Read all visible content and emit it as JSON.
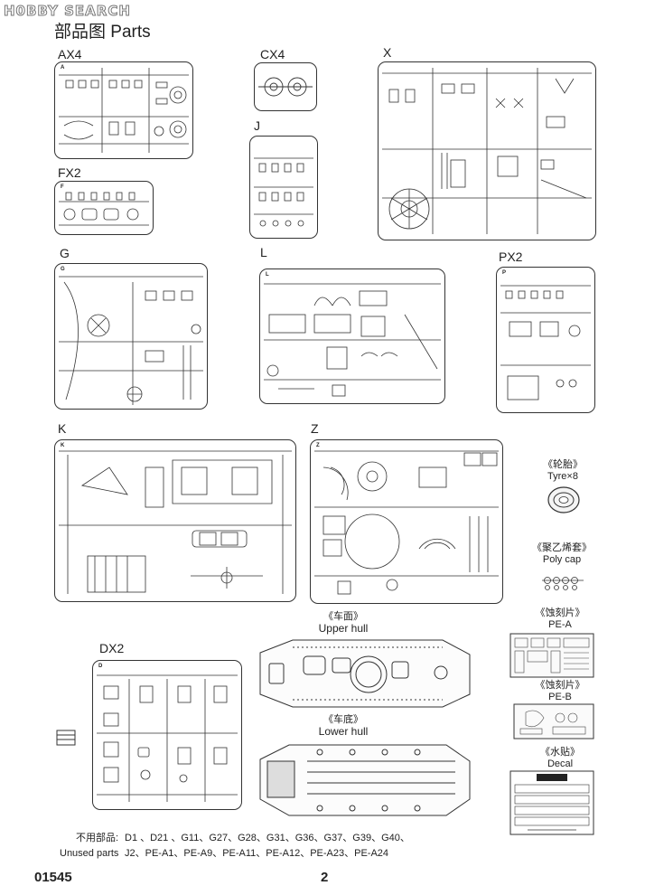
{
  "watermark": "H0BBY SEARCH",
  "page_title": "部品图  Parts",
  "sprues": {
    "AX4": {
      "label": "AX4",
      "tag": "A"
    },
    "CX4": {
      "label": "CX4"
    },
    "X": {
      "label": "X"
    },
    "J": {
      "label": "J"
    },
    "FX2": {
      "label": "FX2",
      "tag": "F"
    },
    "G": {
      "label": "G",
      "tag": "G"
    },
    "L": {
      "label": "L",
      "tag": "L"
    },
    "PX2": {
      "label": "PX2",
      "tag": "P"
    },
    "K": {
      "label": "K",
      "tag": "K"
    },
    "Z": {
      "label": "Z",
      "tag": "Z"
    },
    "DX2": {
      "label": "DX2",
      "tag": "D"
    }
  },
  "accessories": {
    "tyre": {
      "cn": "《轮胎》",
      "en": "Tyre×8"
    },
    "polycap": {
      "cn": "《聚乙烯套》",
      "en": "Poly cap"
    },
    "pe_a": {
      "cn": "《蚀刻片》",
      "en": "PE-A"
    },
    "pe_b": {
      "cn": "《蚀刻片》",
      "en": "PE-B"
    },
    "decal": {
      "cn": "《水贴》",
      "en": "Decal"
    }
  },
  "hulls": {
    "upper": {
      "cn": "《车面》",
      "en": "Upper hull"
    },
    "lower": {
      "cn": "《车底》",
      "en": "Lower hull"
    }
  },
  "unused": {
    "cn_label": "不用部品:",
    "line1": "D1 、D21 、G11、G27、G28、G31、G36、G37、G39、G40、",
    "en_label": "Unused parts",
    "line2": "J2、PE-A1、PE-A9、PE-A11、PE-A12、PE-A23、PE-A24"
  },
  "footer": {
    "code": "01545",
    "page": "2"
  }
}
